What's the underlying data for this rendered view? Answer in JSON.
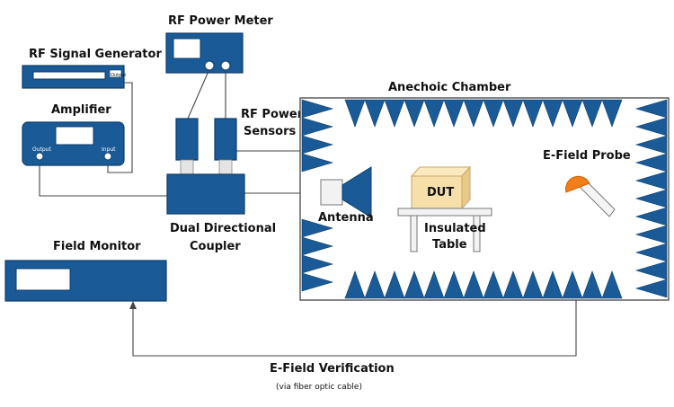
{
  "labels": {
    "rf_signal_generator": "RF Signal Generator",
    "rf_power_meter": "RF Power Meter",
    "amplifier": "Amplifier",
    "rf_power_sensors_line1": "RF Power",
    "rf_power_sensors_line2": "Sensors",
    "dual_directional_coupler_line1": "Dual Directional",
    "dual_directional_coupler_line2": "Coupler",
    "anechoic_chamber": "Anechoic Chamber",
    "antenna": "Antenna",
    "dut": "DUT",
    "insulated_table_line1": "Insulated",
    "insulated_table_line2": "Table",
    "e_field_probe": "E-Field Probe",
    "field_monitor": "Field Monitor",
    "e_field_verification": "E-Field Verification",
    "fiber_note": "(via fiber optic cable)",
    "sig_gen_output": "Output",
    "amp_output": "Output",
    "amp_input": "Input"
  },
  "colors": {
    "device_blue": "#1a5a96",
    "device_border": "#0e3d6b",
    "dut_fill": "#f6dfa9",
    "probe_orange": "#f07e1a",
    "wire": "#444444"
  }
}
